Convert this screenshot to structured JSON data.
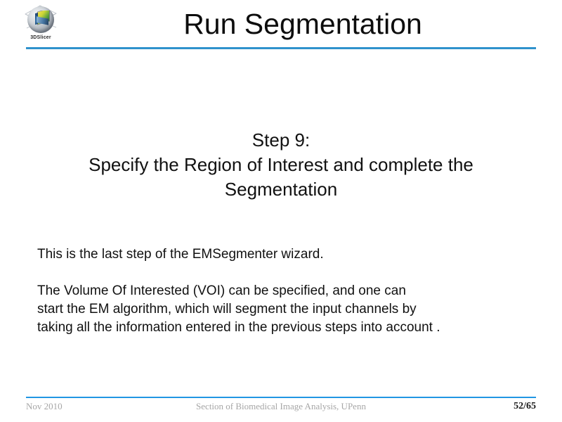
{
  "slide": {
    "title": "Run Segmentation",
    "logo": {
      "caption": "3DSlicer",
      "icon_name": "3d-slicer-logo"
    },
    "rule_color": "#2f92cc"
  },
  "heading": {
    "line1": "Step 9:",
    "line2": "Specify the Region of Interest and complete the",
    "line3": "Segmentation"
  },
  "body": {
    "paragraph1": "This is the last step of the EMSegmenter wizard.",
    "paragraph2_line1": "The Volume Of Interested (VOI) can be specified, and one can",
    "paragraph2_line2": "start the EM algorithm, which will segment the input channels by",
    "paragraph2_line3": "taking all the information entered in the previous steps into account ."
  },
  "footer": {
    "date": "Nov 2010",
    "affiliation": "Section of Biomedical Image Analysis, UPenn",
    "page": "52/65",
    "rule_color": "#2196e3",
    "text_color": "#a6a6a6"
  }
}
